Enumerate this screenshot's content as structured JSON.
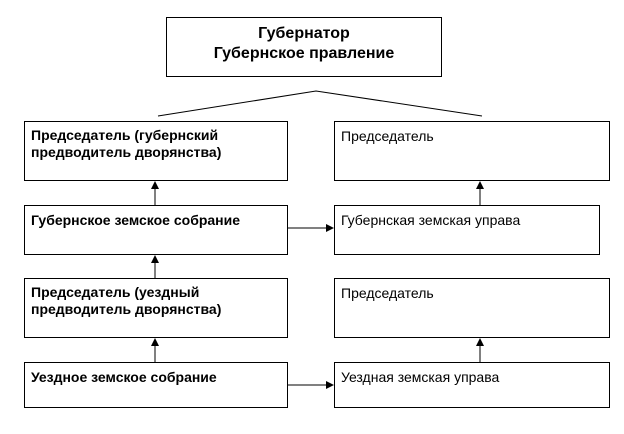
{
  "governor": {
    "line1": "Губернатор",
    "line2": "Губернское правление"
  },
  "left": {
    "chairman_province": "Председатель (губернский\nпредводитель дворянства)",
    "provincial_assembly": "Губернское земское собрание",
    "chairman_district": "Председатель (уездный\nпредводитель дворянства)",
    "district_assembly": "Уездное земское собрание"
  },
  "right": {
    "chairman_1": "Председатель",
    "provincial_board": "Губернская земская управа",
    "chairman_2": "Председатель",
    "district_board": "Уездная земская управа"
  }
}
